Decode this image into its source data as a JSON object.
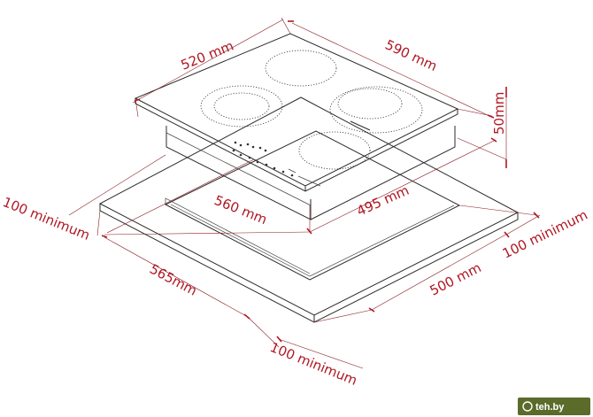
{
  "labels": {
    "hob_depth": "520 mm",
    "hob_width": "590 mm",
    "hob_height": "50mm",
    "cutout_depth": "560 mm",
    "cutout_width": "495 mm",
    "clearance_left": "100 minimum",
    "clearance_right": "100 minimum",
    "clearance_front": "100 minimum",
    "worktop_depth": "565mm",
    "worktop_width": "500 mm"
  },
  "watermark": {
    "text": "teh.by"
  },
  "colors": {
    "label": "#b01622",
    "line": "#2b2b2b",
    "watermark_bg": "#5a6b2a"
  }
}
